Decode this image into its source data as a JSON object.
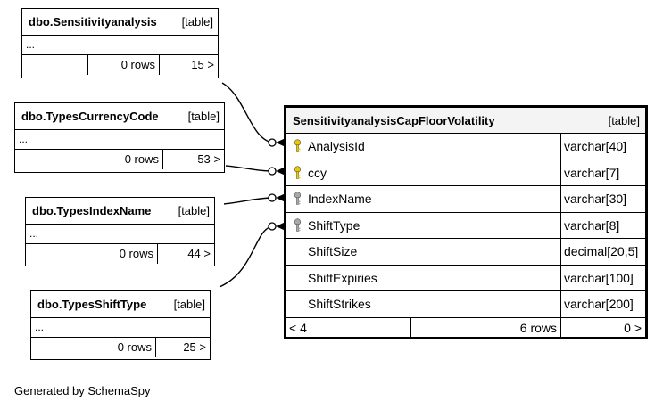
{
  "main_table": {
    "name": "SensitivityanalysisCapFloorVolatility",
    "kind": "[table]",
    "columns": [
      {
        "name": "AnalysisId",
        "type": "varchar[40]",
        "icon": "primary-key-icon"
      },
      {
        "name": "ccy",
        "type": "varchar[7]",
        "icon": "primary-key-icon"
      },
      {
        "name": "IndexName",
        "type": "varchar[30]",
        "icon": "foreign-key-icon"
      },
      {
        "name": "ShiftType",
        "type": "varchar[8]",
        "icon": "foreign-key-icon"
      },
      {
        "name": "ShiftSize",
        "type": "decimal[20,5]",
        "icon": ""
      },
      {
        "name": "ShiftExpiries",
        "type": "varchar[100]",
        "icon": ""
      },
      {
        "name": "ShiftStrikes",
        "type": "varchar[200]",
        "icon": ""
      }
    ],
    "footer": {
      "left": "< 4",
      "rows": "6 rows",
      "right": "0 >"
    }
  },
  "related_tables": [
    {
      "name": "dbo.Sensitivityanalysis",
      "kind": "[table]",
      "ellipsis": "...",
      "rows": "0 rows",
      "children": "15 >"
    },
    {
      "name": "dbo.TypesCurrencyCode",
      "kind": "[table]",
      "ellipsis": "...",
      "rows": "0 rows",
      "children": "53 >"
    },
    {
      "name": "dbo.TypesIndexName",
      "kind": "[table]",
      "ellipsis": "...",
      "rows": "0 rows",
      "children": "44 >"
    },
    {
      "name": "dbo.TypesShiftType",
      "kind": "[table]",
      "ellipsis": "...",
      "rows": "0 rows",
      "children": "25 >"
    }
  ],
  "colors": {
    "primary_key": "#e8c800",
    "foreign_key": "#a8a8a8",
    "header_bg": "#f4f4f4"
  },
  "footer_text": "Generated by SchemaSpy"
}
